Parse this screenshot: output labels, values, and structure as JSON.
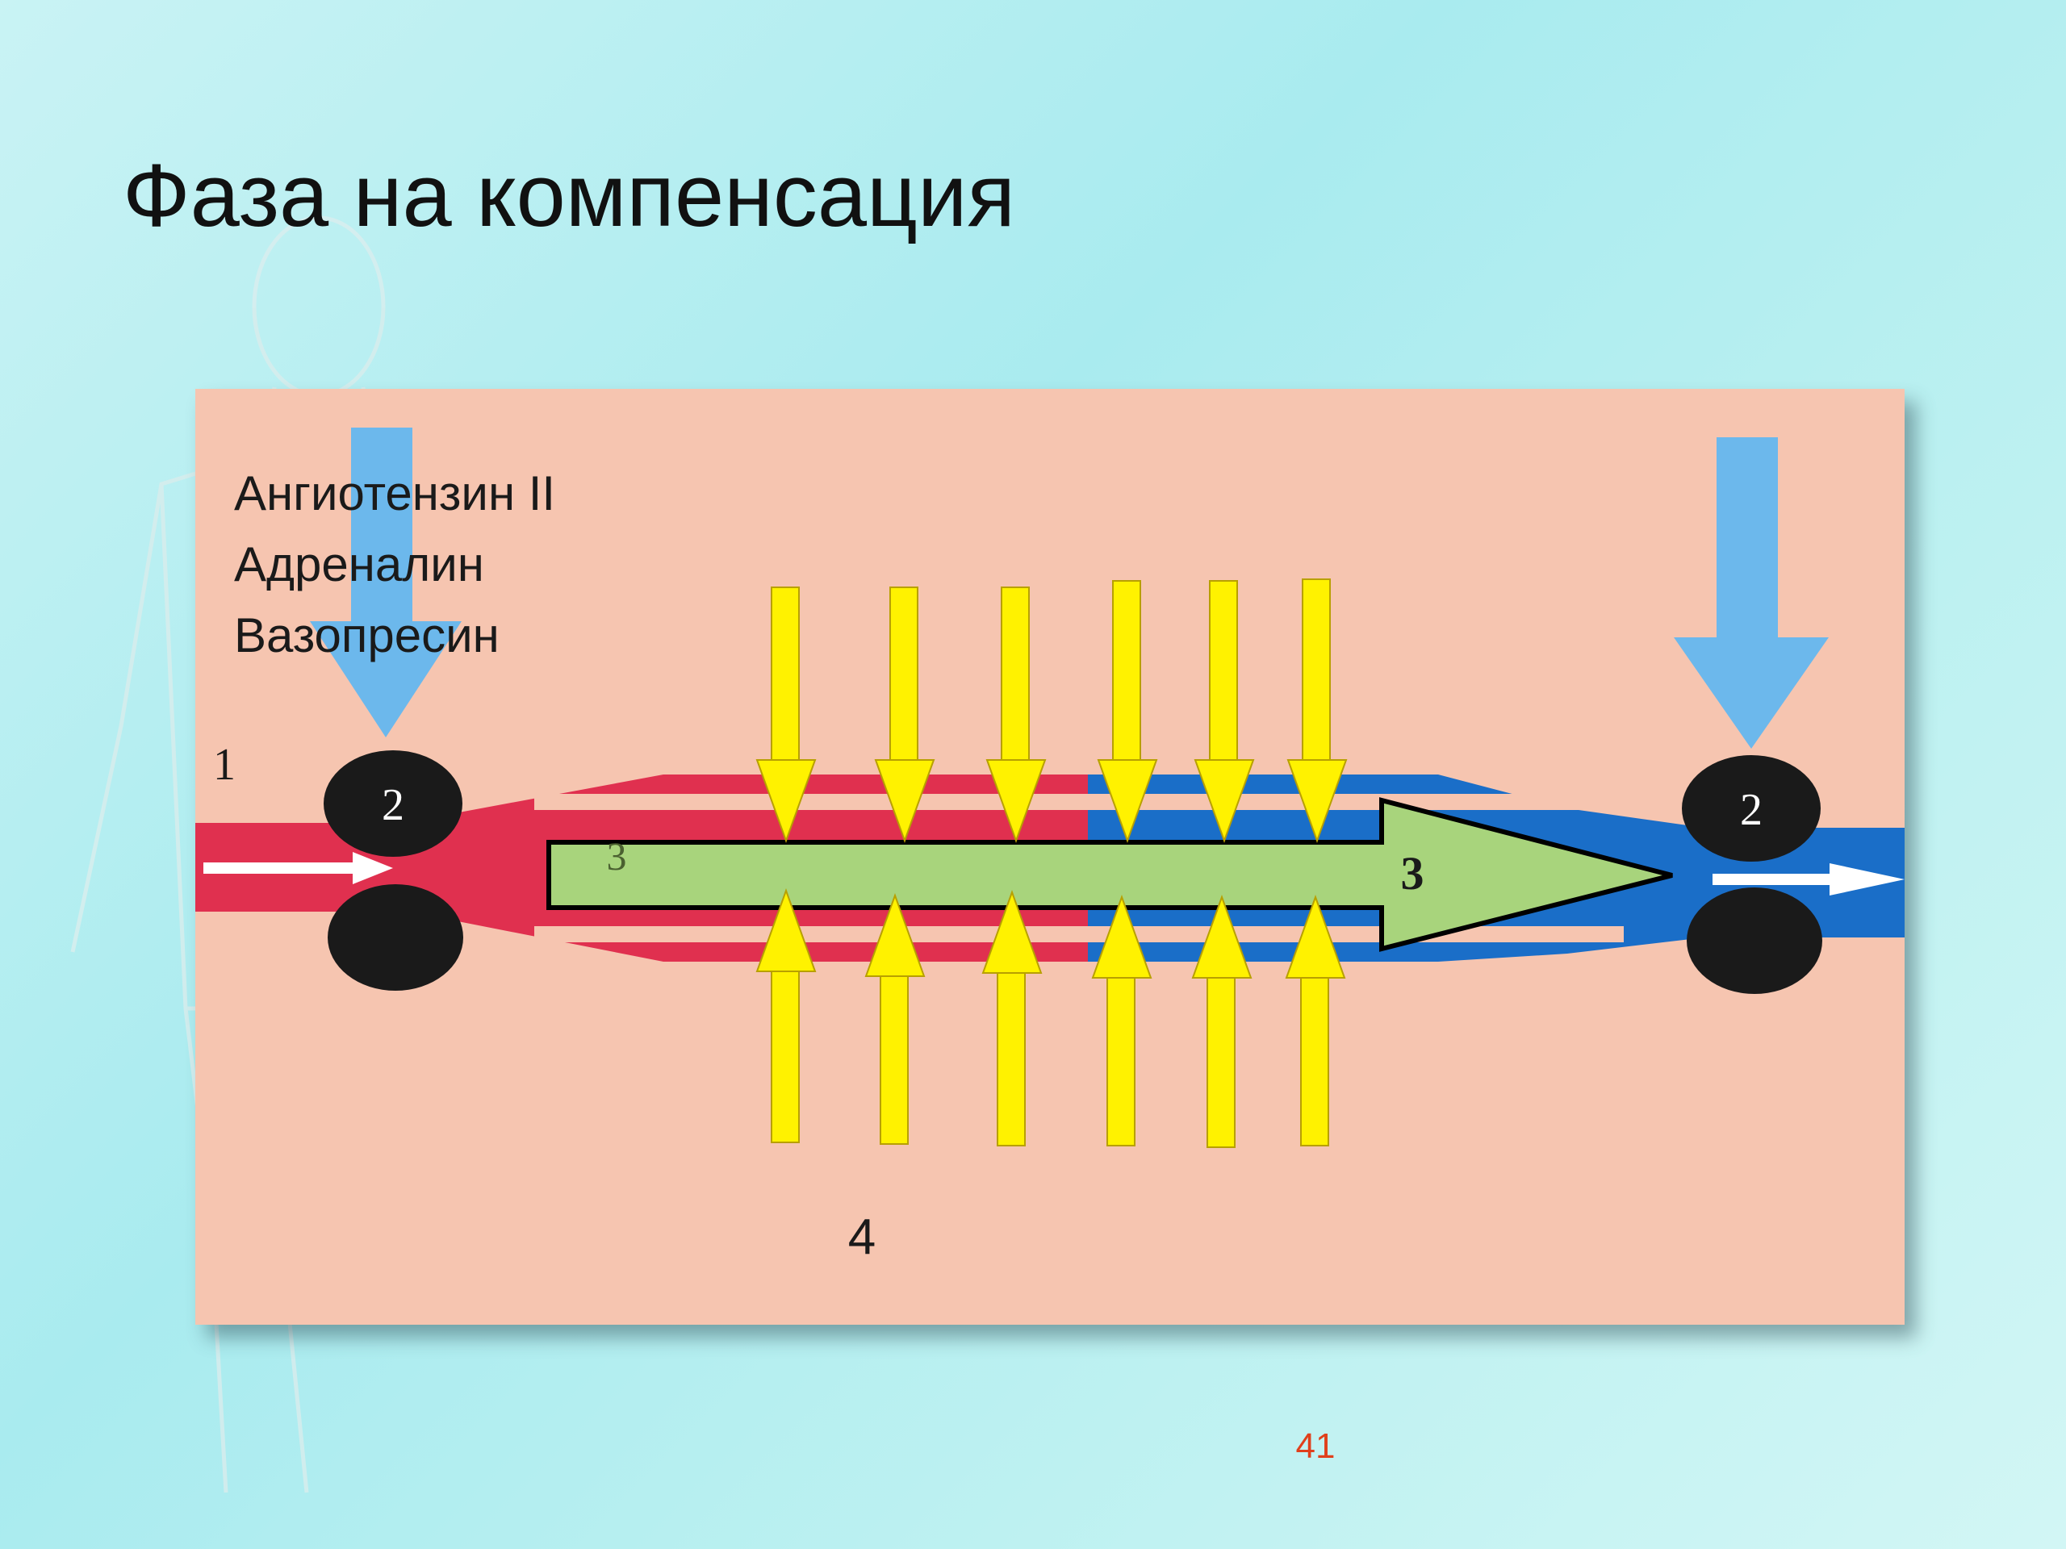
{
  "slide": {
    "title": "Фаза на компенсация",
    "page_number": "41"
  },
  "diagram": {
    "hormones": [
      "Ангиотензин II",
      "Адреналин",
      "Вазопресин"
    ],
    "label_1": "1",
    "label_2_left": "2",
    "label_2_right": "2",
    "label_3_inner": "3",
    "label_3_tip": "3",
    "label_4": "4"
  },
  "colors": {
    "panel": "#f6c5b0",
    "arteriole": "#e0304f",
    "venule": "#1a6ec8",
    "capillary_flow": "#a8d47c",
    "filtration_arrows": "#fff200",
    "hormone_arrows": "#6cb8ec",
    "sphincter": "#1a1a1a"
  }
}
